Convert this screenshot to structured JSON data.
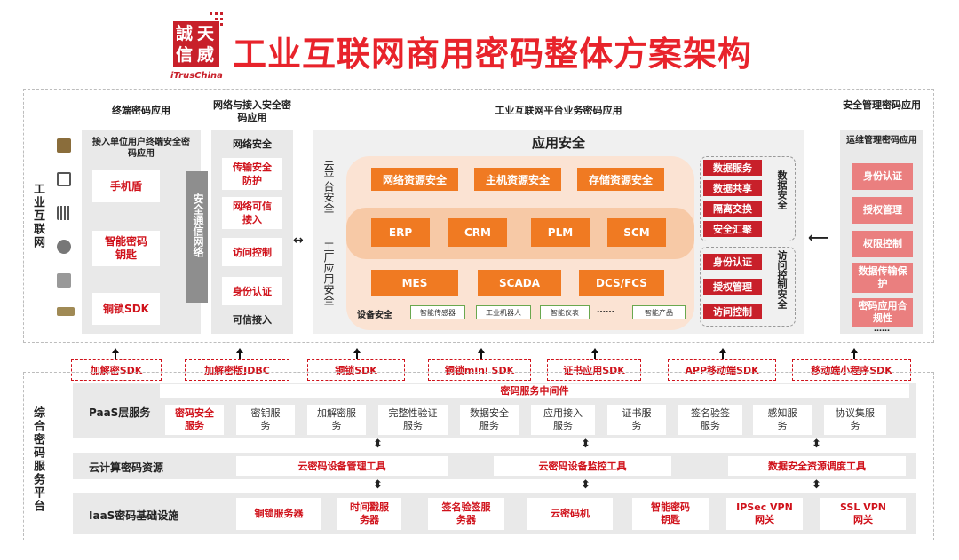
{
  "header": {
    "title": "工业互联网商用密码整体方案架构",
    "logo_chars": [
      "誠",
      "天",
      "信",
      "威"
    ],
    "logo_sub": "iTrusChina"
  },
  "top": {
    "left_vertical_label": "工业互联网",
    "col_terminal": {
      "header": "终端密码应用",
      "box_title": "接入单位用户终端安全密码应用",
      "items": [
        "手机盾",
        "智能密码钥匙",
        "铜锁SDK"
      ]
    },
    "col_network": {
      "header": "网络与接入安全密码应用",
      "channel": "安全通信网络",
      "box_title": "网络安全",
      "items": [
        "传输安全防护",
        "网络可信接入",
        "访问控制",
        "身份认证"
      ],
      "footer": "可信接入"
    },
    "col_platform": {
      "header": "工业互联网平台业务密码应用",
      "app_title": "应用安全",
      "cloud_label": "云平台安全",
      "factory_label": "工厂应用安全",
      "row1": [
        "网络资源安全",
        "主机资源安全",
        "存储资源安全"
      ],
      "row2": [
        "ERP",
        "CRM",
        "PLM",
        "SCM"
      ],
      "row3": [
        "MES",
        "SCADA",
        "DCS/FCS"
      ],
      "device_label": "设备安全",
      "device_tags": [
        "智能传感器",
        "工业机器人",
        "智能仪表",
        "智能产品"
      ],
      "device_ellipsis": "……",
      "data_security": {
        "label": "数据安全",
        "items": [
          "数据服务",
          "数据共享",
          "隔离交换",
          "安全汇聚"
        ]
      },
      "access_control": {
        "label": "访问控制安全",
        "items": [
          "身份认证",
          "授权管理",
          "访问控制"
        ]
      }
    },
    "col_mgmt": {
      "header": "安全管理密码应用",
      "box_title": "运维管理密码应用",
      "items": [
        "身份认证",
        "授权管理",
        "权限控制",
        "数据传输保护",
        "密码应用合规性"
      ],
      "ellipsis": "……"
    }
  },
  "sdks": [
    "加解密SDK",
    "加解密版JDBC",
    "铜锁SDK",
    "铜锁mini SDK",
    "证书应用SDK",
    "APP移动端SDK",
    "移动端小程序SDK"
  ],
  "bottom": {
    "left_vertical_label": "综合密码服务平台",
    "paas": {
      "label": "PaaS层服务",
      "middleware": "密码服务中间件",
      "services": [
        "密码安全服务",
        "密钥服务",
        "加解密服务",
        "完整性验证服务",
        "数据安全服务",
        "应用接入服务",
        "证书服务",
        "签名验签服务",
        "感知服务",
        "协议集服务"
      ]
    },
    "cloud": {
      "label": "云计算密码资源",
      "tools": [
        "云密码设备管理工具",
        "云密码设备监控工具",
        "数据安全资源调度工具"
      ]
    },
    "iaas": {
      "label": "IaaS密码基础设施",
      "items": [
        "铜锁服务器",
        "时间戳服务器",
        "签名验签服务器",
        "云密码机",
        "智能密码钥匙",
        "IPSec VPN网关",
        "SSL VPN网关"
      ]
    }
  }
}
